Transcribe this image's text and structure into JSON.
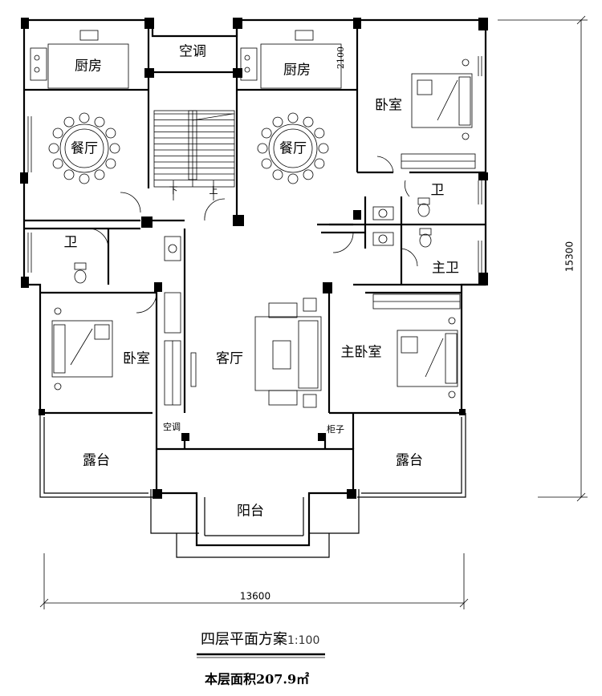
{
  "rooms": {
    "kitchen_left": "厨房",
    "ac_top": "空调",
    "kitchen_right": "厨房",
    "dim_2100": "2100",
    "bedroom_ne": "卧室",
    "dining_left": "餐厅",
    "dining_right": "餐厅",
    "stair_down": "下",
    "stair_up": "上",
    "bath_left": "卫",
    "bath_right": "卫",
    "master_bath": "主卫",
    "bedroom_sw": "卧室",
    "living": "客厅",
    "master_bedroom": "主卧室",
    "ac_small": "空调",
    "cabinet": "柜子",
    "terrace_left": "露台",
    "terrace_right": "露台",
    "balcony": "阳台"
  },
  "dimensions": {
    "width": "13600",
    "height": "15300"
  },
  "caption": {
    "title": "四层平面方案",
    "scale": "1:100",
    "area": "本层面积207.9㎡"
  }
}
